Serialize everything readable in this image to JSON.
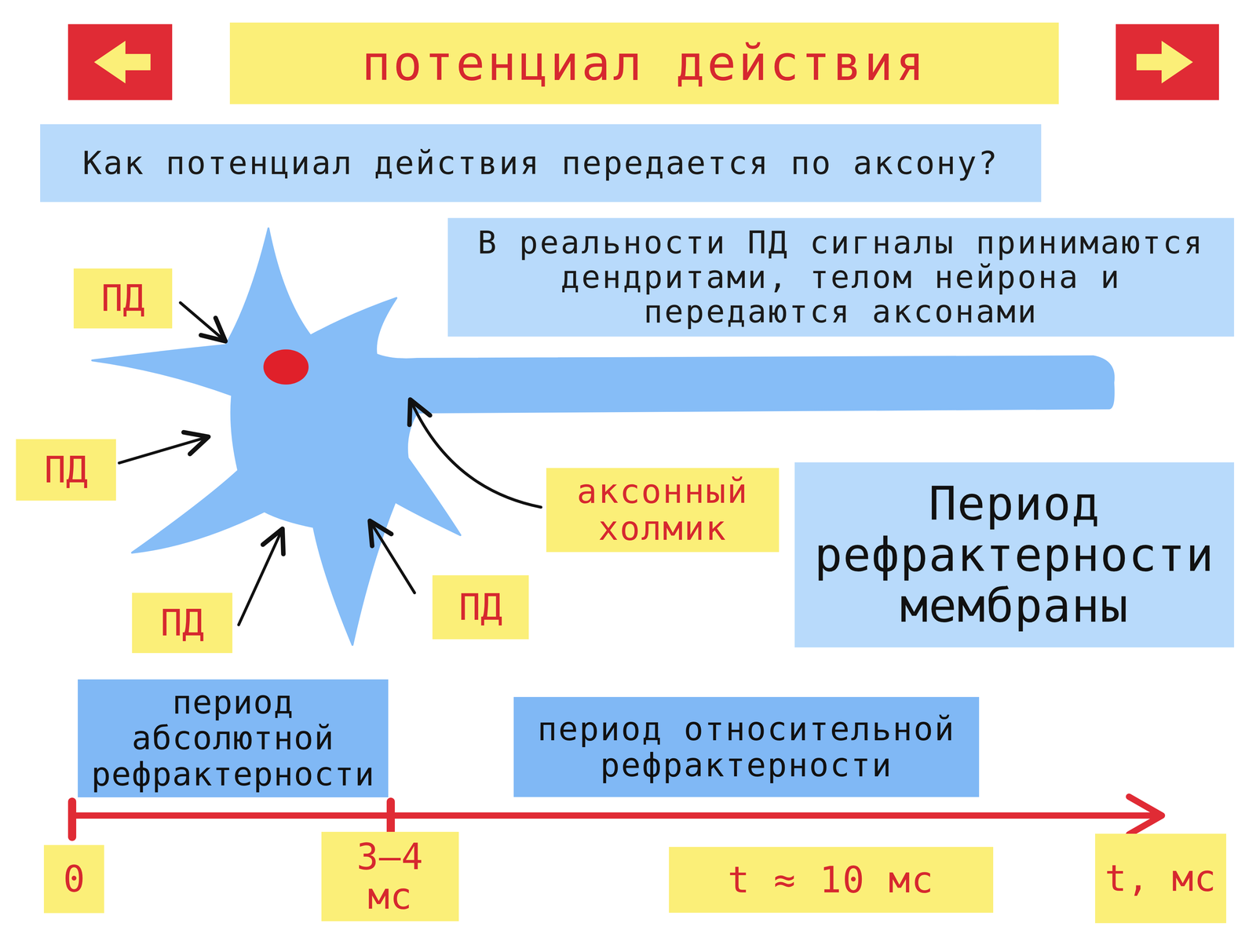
{
  "diagram": {
    "title": "потенциал действия",
    "nodes": [
      {
        "text": [
          "Как потенциал действия передается по аксону?"
        ]
      },
      {
        "text": [
          "В реальности ПД сигналы принимаются дендритами, телом нейрона и передаются аксонами"
        ]
      },
      {
        "text": [
          "ПД"
        ]
      },
      {
        "text": [
          "ПД"
        ]
      },
      {
        "text": [
          "аксонный холмик"
        ]
      },
      {
        "text": [
          "Период рефрактерности мембраны"
        ]
      },
      {
        "text": [
          "ПД"
        ]
      },
      {
        "text": [
          "ПД"
        ]
      },
      {
        "text": [
          "период абсолютной рефрактерности"
        ]
      },
      {
        "text": [
          "период относительной рефрактерности"
        ]
      },
      {
        "text": [
          "0"
        ]
      },
      {
        "text": [
          "3–4 мс"
        ]
      },
      {
        "text": [
          "t ≈ 10 мс"
        ]
      },
      {
        "text": [
          "t, мс"
        ]
      }
    ]
  }
}
